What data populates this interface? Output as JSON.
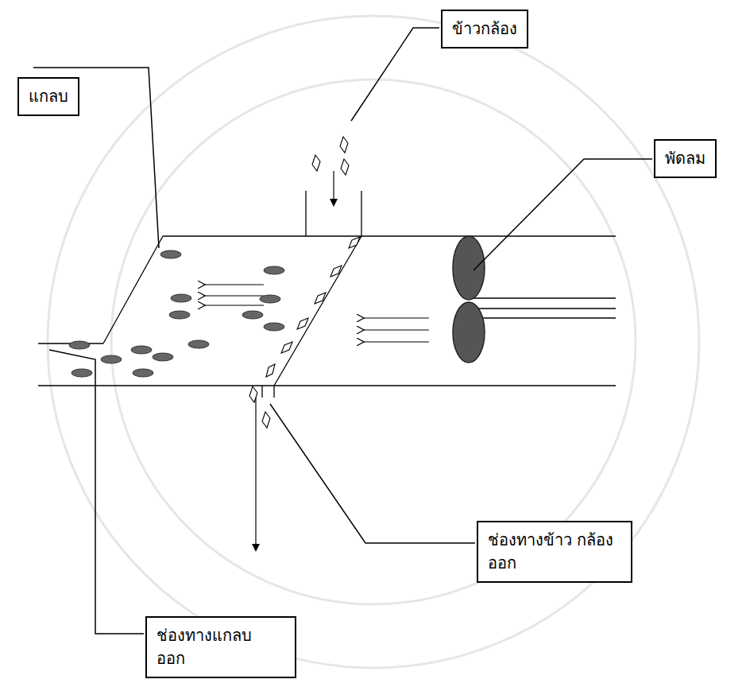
{
  "diagram": {
    "nodes": [
      {
        "text": [
          "ข้าวกล้อง"
        ]
      },
      {
        "text": [
          "แกลบ"
        ]
      },
      {
        "text": [
          "พัดลม"
        ]
      },
      {
        "text": [
          "ช่องทางข้าว กล้องออก"
        ]
      },
      {
        "text": [
          "ช่องทางแกลบ ออก"
        ]
      }
    ]
  }
}
